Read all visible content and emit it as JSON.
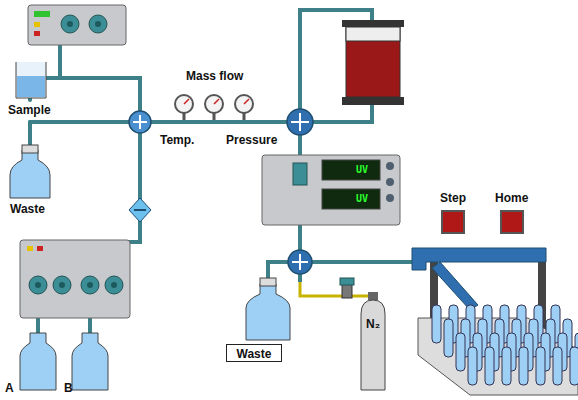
{
  "diagram": {
    "nodes": [
      {
        "text": [
          "Step"
        ]
      },
      {
        "text": [
          "Home"
        ]
      },
      {
        "text": [
          "Waste"
        ]
      },
      {
        "text": [
          "N₂"
        ]
      }
    ],
    "labels": [
      "Sample",
      "Waste",
      "Mass flow",
      "Temp.",
      "Pressure",
      "A",
      "B",
      "UV",
      "UV"
    ]
  }
}
